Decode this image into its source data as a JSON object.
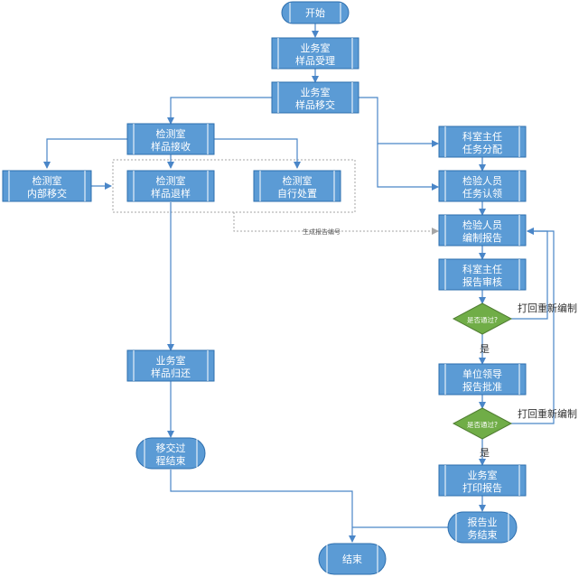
{
  "colors": {
    "box_fill": "#5b9bd5",
    "box_stroke": "#2e6fae",
    "diamond_fill": "#70ad47",
    "edge": "#4a86c8",
    "dotted": "#a6a6a6"
  },
  "nodes": {
    "start": {
      "line1": "开始",
      "line2": ""
    },
    "biz_accept": {
      "line1": "业务室",
      "line2": "样品受理"
    },
    "biz_transfer": {
      "line1": "业务室",
      "line2": "样品移交"
    },
    "lab_receive": {
      "line1": "检测室",
      "line2": "样品接收"
    },
    "lab_internal": {
      "line1": "检测室",
      "line2": "内部移交"
    },
    "lab_return": {
      "line1": "检测室",
      "line2": "样品退样"
    },
    "lab_self": {
      "line1": "检测室",
      "line2": "自行处置"
    },
    "biz_giveback": {
      "line1": "业务室",
      "line2": "样品归还"
    },
    "transfer_end": {
      "line1": "移交过",
      "line2": "程结束"
    },
    "end": {
      "line1": "结束",
      "line2": ""
    },
    "dir_assign": {
      "line1": "科室主任",
      "line2": "任务分配"
    },
    "inspector_confirm": {
      "line1": "检验人员",
      "line2": "任务认领"
    },
    "inspector_report": {
      "line1": "检验人员",
      "line2": "编制报告"
    },
    "dir_review": {
      "line1": "科室主任",
      "line2": "报告审核"
    },
    "decision1": {
      "line1": "是否通过?",
      "line2": ""
    },
    "leader_approve": {
      "line1": "单位领导",
      "line2": "报告批准"
    },
    "decision2": {
      "line1": "是否通过?",
      "line2": ""
    },
    "biz_print": {
      "line1": "业务室",
      "line2": "打印报告"
    },
    "report_end": {
      "line1": "报告业",
      "line2": "务结束"
    }
  },
  "labels": {
    "gen_report_no": "生成报告编号",
    "redo1": "打回重新编制",
    "yes1": "是",
    "redo2": "打回重新编制",
    "yes2": "是"
  }
}
